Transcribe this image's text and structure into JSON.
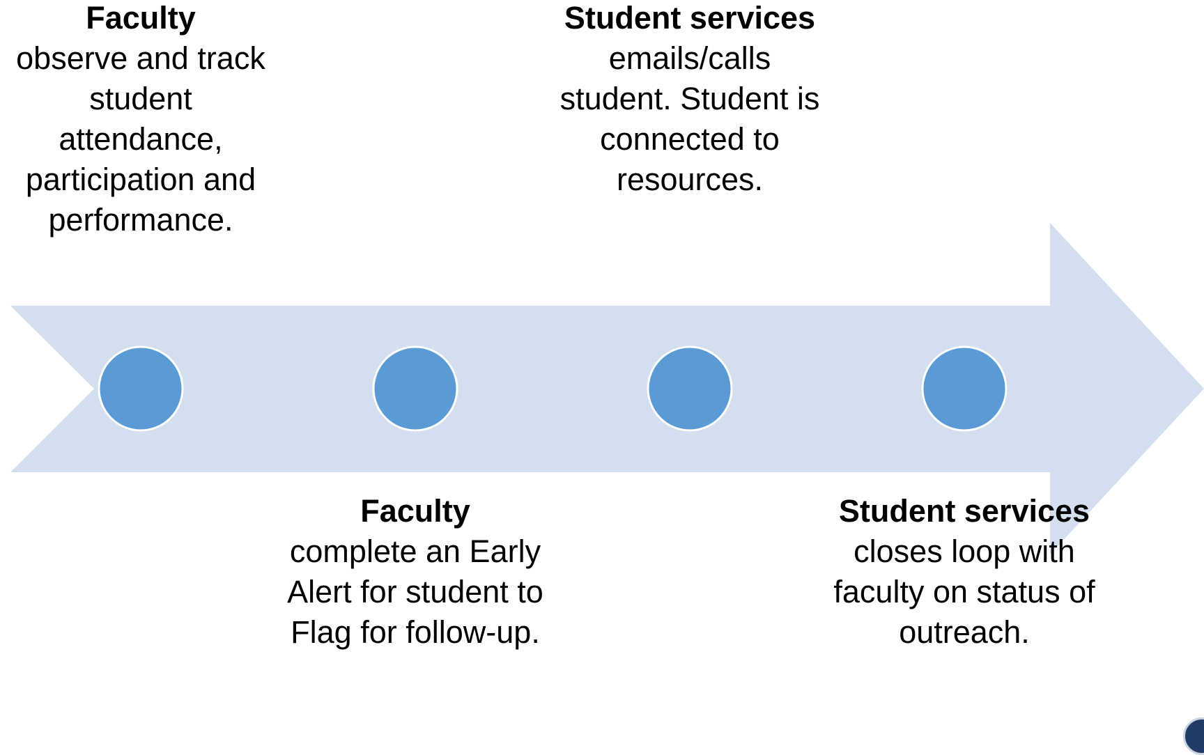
{
  "colors": {
    "arrow_fill": "#d3deef",
    "node_fill": "#5b9bd5",
    "node_stroke": "#ffffff",
    "text": "#000000"
  },
  "steps": [
    {
      "actor": "Faculty",
      "description": "observe and track student attendance, participation and performance."
    },
    {
      "actor": "Faculty",
      "description": "complete an Early Alert for student to Flag for follow-up."
    },
    {
      "actor": "Student services",
      "description": "emails/calls student. Student is connected to resources."
    },
    {
      "actor": "Student services",
      "description": "closes loop with faculty on status of outreach."
    }
  ]
}
